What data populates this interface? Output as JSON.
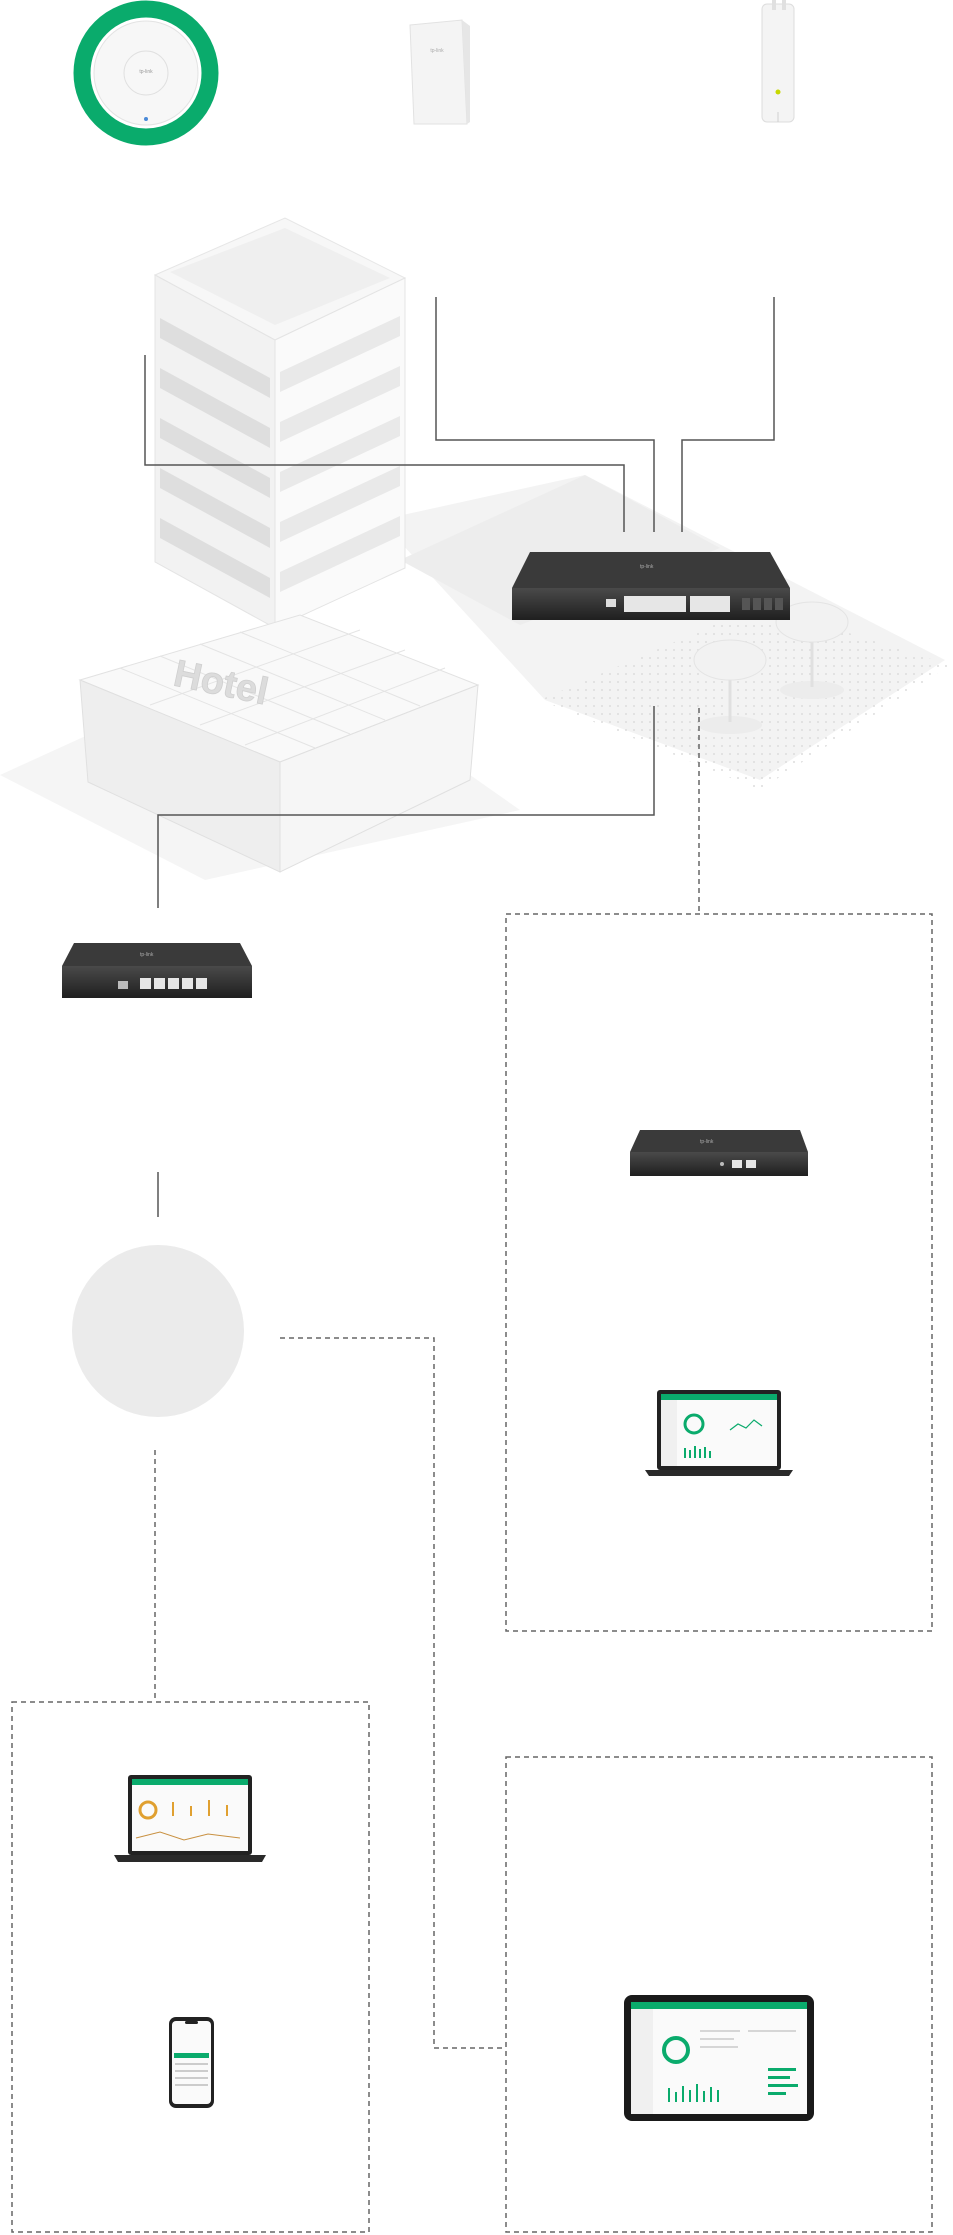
{
  "scene": {
    "building_sign": "Hotel",
    "brand_mark": "tp-link"
  },
  "devices": [
    {
      "id": "ceiling-ap",
      "name": "ceiling-access-point",
      "icon": "ceiling-ap-icon"
    },
    {
      "id": "wall-ap",
      "name": "wall-plate-access-point",
      "icon": "wall-ap-icon"
    },
    {
      "id": "outdoor-ap",
      "name": "outdoor-access-point",
      "icon": "outdoor-ap-icon"
    },
    {
      "id": "poe-switch",
      "name": "poe-switch",
      "icon": "switch-icon"
    },
    {
      "id": "router",
      "name": "gateway-router",
      "icon": "router-icon"
    },
    {
      "id": "controller",
      "name": "hardware-controller",
      "icon": "controller-icon"
    },
    {
      "id": "cloud",
      "name": "cloud-node",
      "icon": "cloud-circle"
    },
    {
      "id": "laptop-onprem",
      "name": "laptop-controller-dashboard",
      "icon": "laptop-icon"
    },
    {
      "id": "laptop-cloud",
      "name": "laptop-cloud-dashboard",
      "icon": "laptop-icon"
    },
    {
      "id": "phone-app",
      "name": "phone-app",
      "icon": "phone-icon"
    },
    {
      "id": "tablet-dashboard",
      "name": "tablet-dashboard",
      "icon": "tablet-icon"
    }
  ],
  "colors": {
    "accent": "#0aab6c",
    "line": "#555555",
    "dash": "#666666",
    "building": "#f1f1f1",
    "device_dark": "#2e2e2e"
  }
}
